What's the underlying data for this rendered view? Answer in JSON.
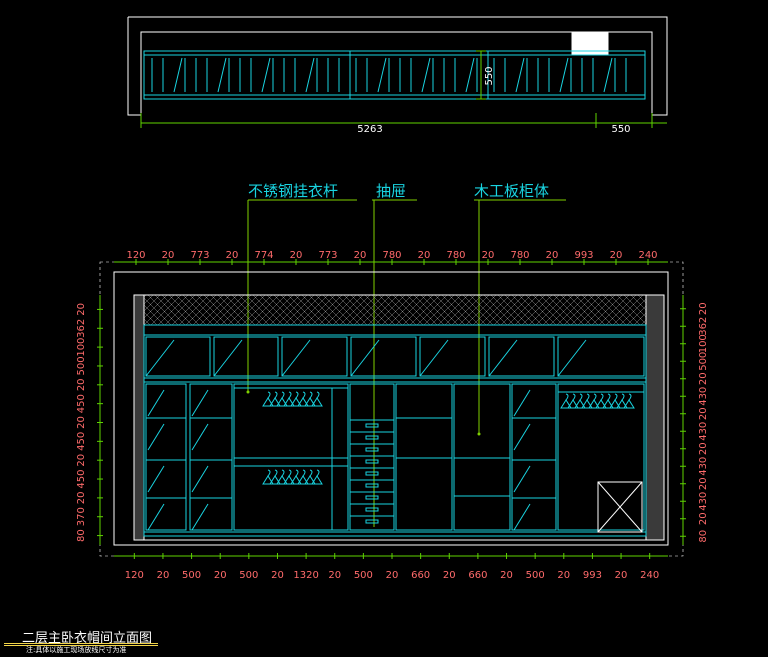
{
  "colors": {
    "background": "#000000",
    "cabinet_outline": "#19d3e0",
    "wall": "#ffffff",
    "dimension_line": "#5fd400",
    "dimension_text": "#ff6b6b",
    "leader_line": "#7fd000",
    "label_text": "#19d3e0",
    "title_underline": "#f3d64a"
  },
  "plan": {
    "dim_bottom": [
      "5263",
      "550"
    ],
    "dim_right": "550"
  },
  "labels": {
    "hanging_rod": "不锈钢挂衣杆",
    "drawer": "抽屉",
    "cabinet_body": "木工板柜体"
  },
  "elevation": {
    "dims_top": [
      "120",
      "20",
      "773",
      "20",
      "774",
      "20",
      "773",
      "20",
      "780",
      "20",
      "780",
      "20",
      "780",
      "20",
      "993",
      "20",
      "240"
    ],
    "dims_bottom": [
      "120",
      "20",
      "500",
      "20",
      "500",
      "20",
      "1320",
      "20",
      "500",
      "20",
      "660",
      "20",
      "660",
      "20",
      "500",
      "20",
      "993",
      "20",
      "240"
    ],
    "dims_left": [
      "20",
      "362",
      "100",
      "500",
      "20",
      "450",
      "20",
      "450",
      "20",
      "450",
      "20",
      "370",
      "80"
    ],
    "dims_right": [
      "20",
      "362",
      "100",
      "500",
      "20",
      "430",
      "20",
      "430",
      "20",
      "430",
      "20",
      "430",
      "20",
      "80"
    ]
  },
  "footer": {
    "title": "二层主卧衣帽间立面图",
    "note": "注:具体以施工现场放线尺寸为准"
  }
}
